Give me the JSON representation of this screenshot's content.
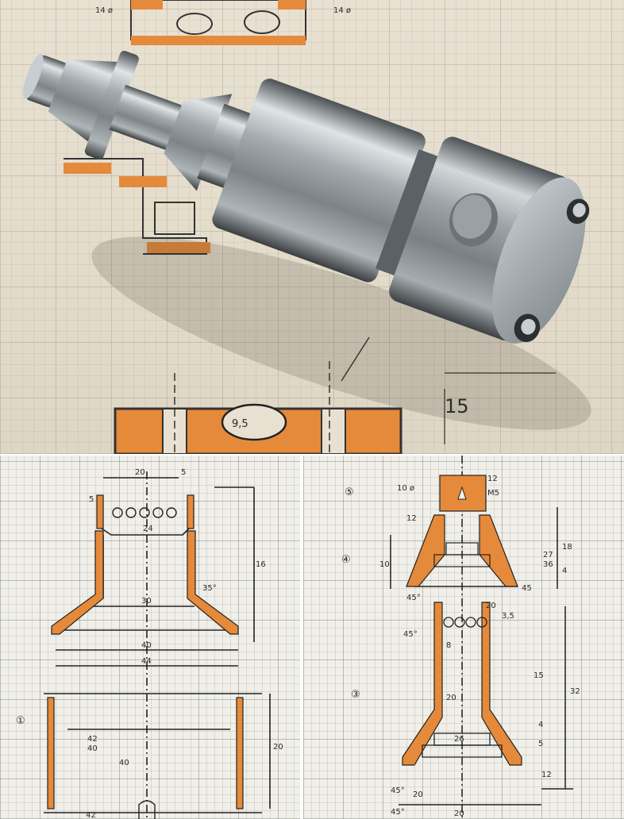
{
  "photo": {
    "labels": {
      "top_dim_left": "14 ø",
      "top_dim_right": "14 ø",
      "bottom_diameter": "9,5",
      "side_length": "15"
    }
  },
  "drawing_left": {
    "part1_number": "①",
    "dims": {
      "top_width": "20",
      "top_gap": "5",
      "left_mark": "5",
      "wall": "24",
      "height_mid": "16",
      "angle": "35°",
      "inner_width": "30",
      "base_width1": "40",
      "base_width2": "44",
      "lower_height": "20",
      "cup_w1": "42",
      "cup_w2": "40",
      "cup_w3": "40",
      "base_bottom": "42"
    }
  },
  "drawing_right": {
    "part3_number": "③",
    "part4_number": "④",
    "part5_number": "⑤",
    "dims": {
      "p5_top": "12",
      "p5_dia": "10 ø",
      "p5_m": "M5",
      "p4_top": "12",
      "p4_h": "10",
      "p4_d1": "27",
      "p4_d2": "36",
      "p4_angle": "45°",
      "p4_width": "45",
      "p4_side1": "18",
      "p4_side2": "4",
      "p3_top": "20",
      "p3_angle1": "45°",
      "p3_dia": "8",
      "p3_h1": "15",
      "p3_h2": "32",
      "p3_h3": "4",
      "p3_h4": "5",
      "p3_w1": "20",
      "p3_w2": "26",
      "p3_angle2": "45°",
      "p3_bot1": "20",
      "p3_bot2": "20",
      "p3_bot3": "12",
      "p3_bot_angle": "45°",
      "p3_tip": "3,5"
    }
  }
}
